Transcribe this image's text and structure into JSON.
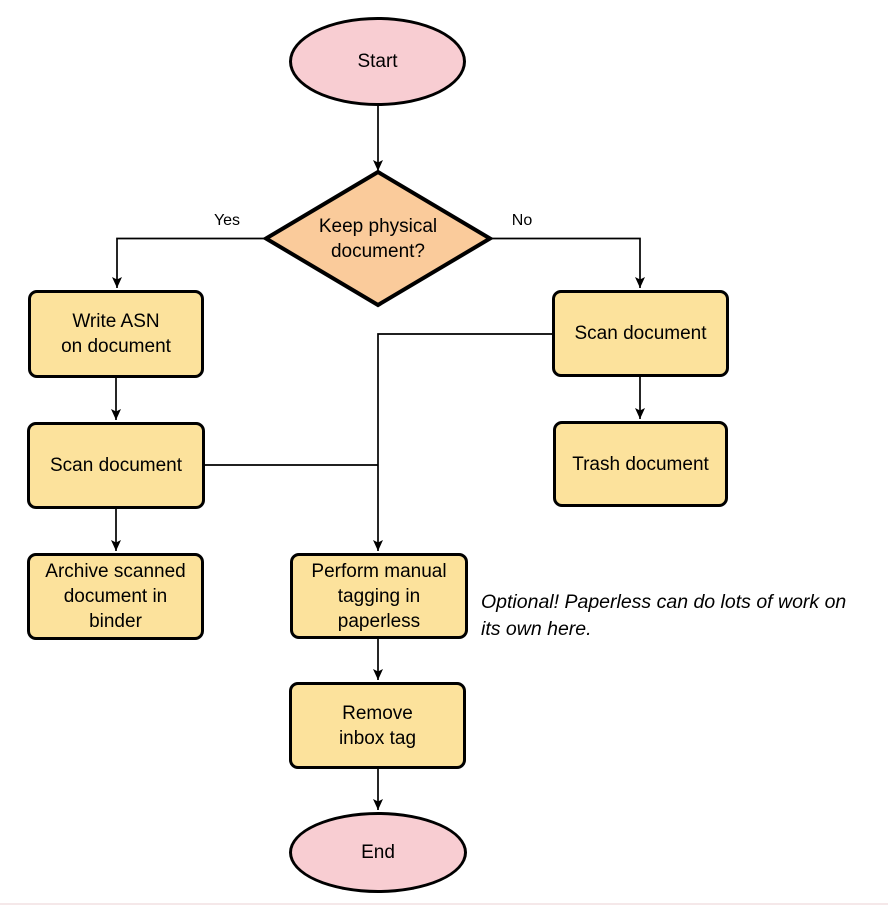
{
  "diagram": {
    "type": "flowchart",
    "colors": {
      "terminal_fill": "#F8CDD2",
      "decision_fill": "#FACB9B",
      "process_fill": "#FCE29C",
      "stroke": "#000000"
    },
    "nodes": {
      "start": {
        "shape": "ellipse",
        "label": "Start"
      },
      "decision": {
        "shape": "diamond",
        "label": "Keep physical\ndocument?"
      },
      "write_asn": {
        "shape": "process",
        "label": "Write ASN\non document"
      },
      "scan_left": {
        "shape": "process",
        "label": "Scan document"
      },
      "archive": {
        "shape": "process",
        "label": "Archive scanned\ndocument in\nbinder"
      },
      "scan_right": {
        "shape": "process",
        "label": "Scan document"
      },
      "trash": {
        "shape": "process",
        "label": "Trash document"
      },
      "tagging": {
        "shape": "process",
        "label": "Perform manual\ntagging in\npaperless"
      },
      "remove_inbox": {
        "shape": "process",
        "label": "Remove\ninbox tag"
      },
      "end": {
        "shape": "ellipse",
        "label": "End"
      }
    },
    "edge_labels": {
      "yes": "Yes",
      "no": "No"
    },
    "annotation": "Optional! Paperless can do lots of work on\nits own here."
  }
}
